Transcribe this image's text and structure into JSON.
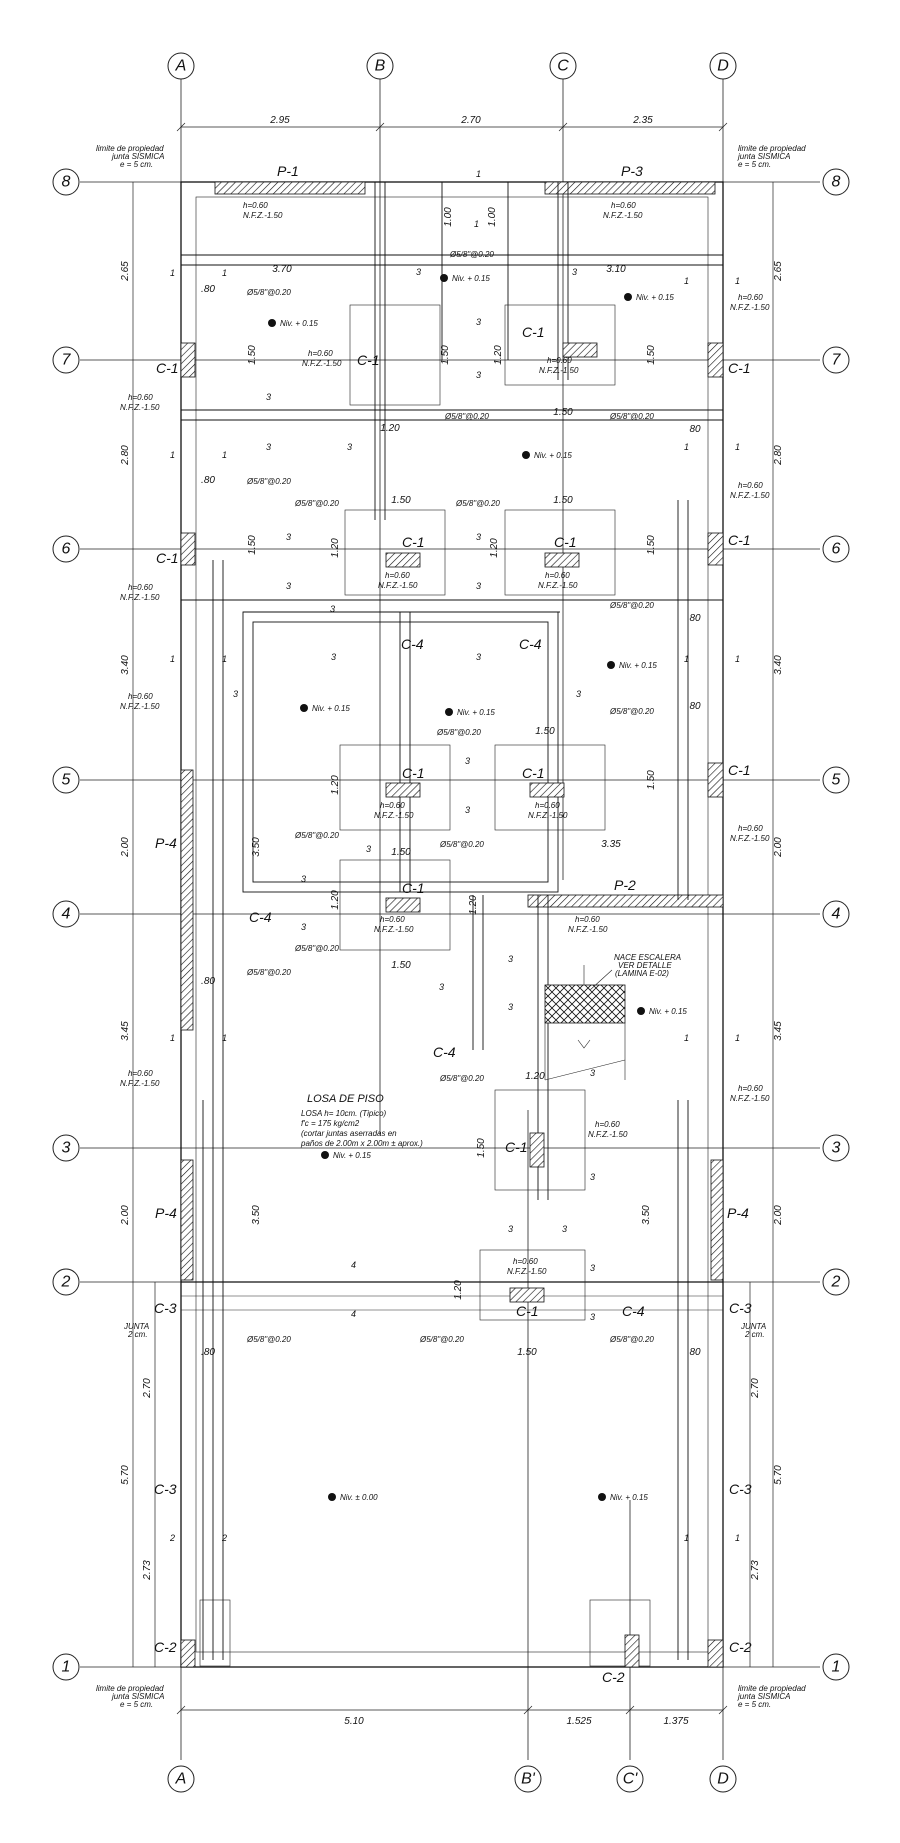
{
  "grid": {
    "top_letters": [
      "A",
      "B",
      "C",
      "D"
    ],
    "bottom_letters": [
      "A",
      "B'",
      "C'",
      "D"
    ],
    "numbers": [
      "8",
      "7",
      "6",
      "5",
      "4",
      "3",
      "2",
      "1"
    ]
  },
  "dimensions": {
    "top": [
      "2.95",
      "2.70",
      "2.35"
    ],
    "bottom": [
      "5.10",
      "1.525",
      "1.375"
    ],
    "left": [
      "2.65",
      "2.80",
      "3.40",
      "2.00",
      "3.45",
      "2.00",
      "5.70",
      "2.70",
      "2.73"
    ],
    "right": [
      "2.65",
      "2.80",
      "3.40",
      "2.00",
      "3.45",
      "2.00",
      "5.70",
      "2.70",
      "2.73"
    ]
  },
  "property_note": {
    "line1": "limite de propiedad",
    "line2": "junta SISMICA",
    "line3": "e = 5 cm."
  },
  "junta_note": {
    "line1": "JUNTA",
    "line2": "2 cm."
  },
  "walls": {
    "p1": "P-1",
    "p2": "P-2",
    "p3": "P-3",
    "p4": "P-4"
  },
  "columns": {
    "c1": "C-1",
    "c2": "C-2",
    "c3": "C-3",
    "c4": "C-4"
  },
  "footing": {
    "h": "h=0.60",
    "nfz": "N.F.Z.-1.50",
    "rebar": "Ø5/8\"@0.20"
  },
  "levels": {
    "n015": "Niv. + 0.15",
    "n000": "Niv. ± 0.00"
  },
  "section_marks": [
    "1",
    "2",
    "3",
    "4"
  ],
  "interior_dims": {
    "d100": "1.00",
    "d370": "3.70",
    "d310": "3.10",
    "d080": ".80",
    "d80": "80",
    "d150": "1.50",
    "d120": "1.20",
    "d350": "3.50",
    "d335": "3.35"
  },
  "slab": {
    "title": "LOSA DE PISO",
    "line1": "LOSA h= 10cm. (Tipico)",
    "line2": "f'c = 175 kg/cm2",
    "line3": "(cortar juntas aserradas en",
    "line4": "paños de 2.00m x 2.00m ± aprox.)"
  },
  "stair": {
    "line1": "NACE ESCALERA",
    "line2": "VER DETALLE",
    "line3": "(LAMINA E-02)"
  }
}
